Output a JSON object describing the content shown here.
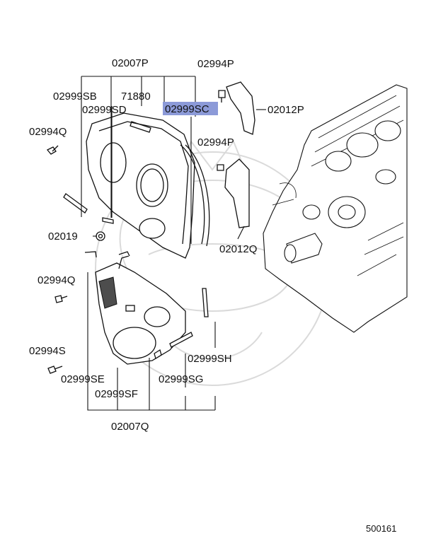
{
  "labels": {
    "upper_cover": "02007P",
    "lower_cover": "02007Q",
    "seal_sb": "02999SB",
    "seal_sd": "02999SD",
    "seal_sc": "02999SC",
    "gasket_71880": "71880",
    "bolt_p_top": "02994P",
    "bolt_p_mid": "02994P",
    "bracket_p": "02012P",
    "bracket_q": "02012Q",
    "bolt_q_top": "02994Q",
    "bolt_q_low": "02994Q",
    "bolt_s": "02994S",
    "grommet": "02019",
    "seal_se": "02999SE",
    "seal_sf": "02999SF",
    "seal_sg": "02999SG",
    "seal_sh": "02999SH"
  },
  "diagram_code": "500161",
  "highlight": {
    "target": "02999SC",
    "color": "#8c9ad8"
  }
}
